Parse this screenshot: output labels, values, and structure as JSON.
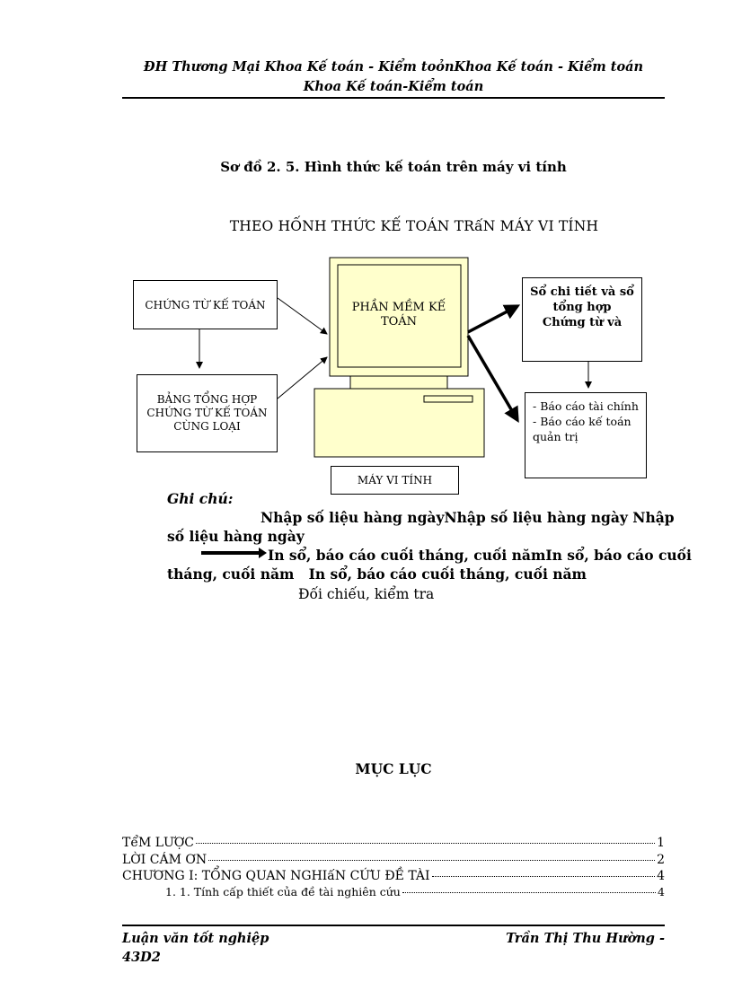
{
  "header": {
    "line1": "ĐH Thương Mại Khoa Kế toán - Kiểm toỏnKhoa Kế toán - Kiểm toán",
    "line2": "Khoa Kế toán-Kiểm toán"
  },
  "figure": {
    "caption": "Sơ đồ 2. 5. Hình thức kế toán trên máy vi tính",
    "subtitle": "THEO HỐNH THỨC KẾ TOÁN TRấN MÁY VI TÍNH",
    "boxes": {
      "chung_tu": "CHỨNG TỪ KẾ TOÁN",
      "bang_tong_hop": "BẢNG TỔNG HỢP CHỨNG TỪ KẾ TOÁN CÙNG LOẠI",
      "phan_mem": "PHẦN MỀM KẾ TOÁN",
      "so_chi_tiet": "Sổ chi tiết và sổ tổng hợp Chứng từ và",
      "bao_cao": "- Báo cáo tài chính - Báo cáo kế toán quản trị",
      "may_vi_tinh": "MÁY VI TÍNH"
    }
  },
  "legend": {
    "label": "Ghi chú:",
    "item1_a": "Nhập số liệu hàng ngàyNhập số liệu hàng ngày Nhập",
    "item1_b": "số liệu hàng ngày",
    "item2_a": "In sổ, báo cáo cuối tháng, cuối nămIn sổ, báo cáo cuối",
    "item2_b": "tháng, cuối năm   In sổ, báo cáo cuối tháng, cuối năm",
    "item3": "Đối chiếu, kiểm tra"
  },
  "toc": {
    "title": "MỤC LỤC",
    "entries": [
      {
        "label": "TểM LƯỢC",
        "page": "1"
      },
      {
        "label": "LỜI CÁM ƠN",
        "page": "2"
      },
      {
        "label": "CHƯƠNG I: TỔNG QUAN NGHIấN CỨU ĐỀ TÀI",
        "page": "4"
      },
      {
        "label": "1. 1. Tính cấp thiết của đề tài nghiên cứu",
        "page": "4"
      }
    ]
  },
  "footer": {
    "left_a": "Luận văn tốt nghiệp",
    "left_b": "43D2",
    "right": "Trần Thị Thu Hường -"
  }
}
